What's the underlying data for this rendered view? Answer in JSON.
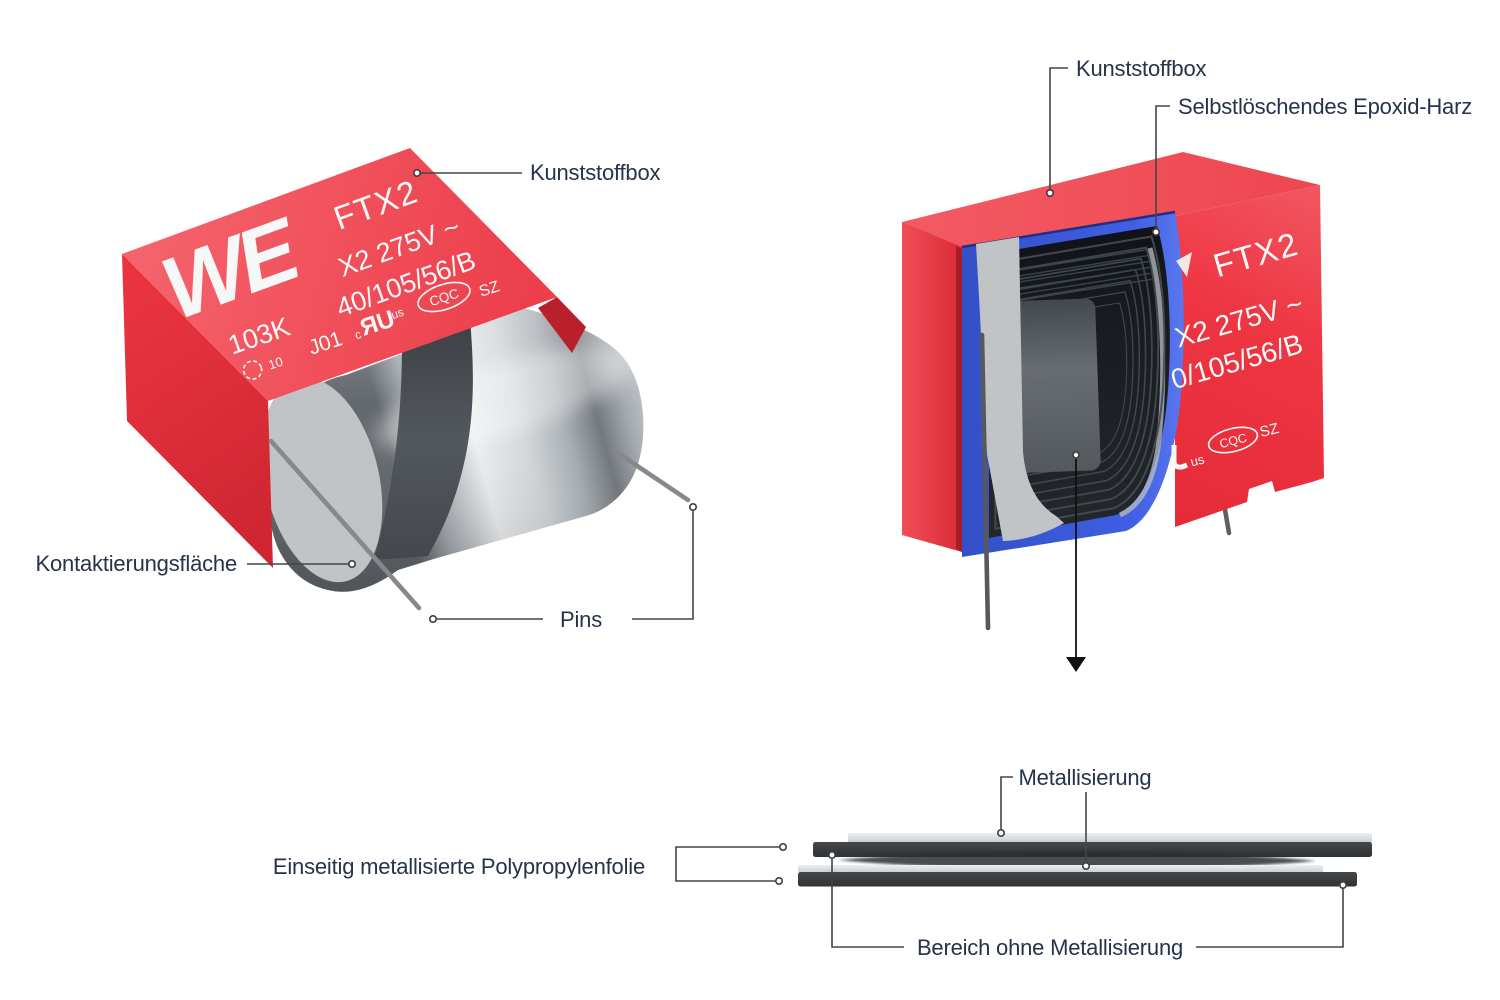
{
  "colors": {
    "box_red": "#ee3440",
    "box_red_light": "#f25761",
    "box_red_dark": "#c3222e",
    "epoxy_blue": "#3f5ee2",
    "film_dark": "#1a1d20",
    "metal_silver": "#d6dadd",
    "contact_speckle_gray": "#c4c7c9",
    "label_text": "#26334a",
    "callout_line": "#454545"
  },
  "left_capacitor": {
    "label_kunststoffbox": "Kunststoffbox",
    "label_kontaktierungsflaeche": "Kontaktierungsfläche",
    "label_pins": "Pins",
    "print": {
      "logo": "WE",
      "series": "FTX2",
      "rating1": "X2 275V ~",
      "rating2": "40/105/56/B",
      "code": "103K",
      "lot": "J01",
      "ul_c": "c",
      "ul": "ЯU",
      "ul_us": "us",
      "efup": "10",
      "cqc": "CQC",
      "sz": "SZ"
    }
  },
  "right_capacitor": {
    "label_kunststoffbox": "Kunststoffbox",
    "label_epoxid": "Selbstlöschendes Epoxid-Harz",
    "print": {
      "series": "FTX2",
      "rating1": "X2 275V ~",
      "rating2": "0/105/56/B",
      "ul_us": "us",
      "cqc": "CQC",
      "sz": "SZ"
    }
  },
  "film_diagram": {
    "label_metallisierung": "Metallisierung",
    "label_folie": "Einseitig metallisierte Polypropylenfolie",
    "label_bereich": "Bereich ohne Metallisierung"
  }
}
